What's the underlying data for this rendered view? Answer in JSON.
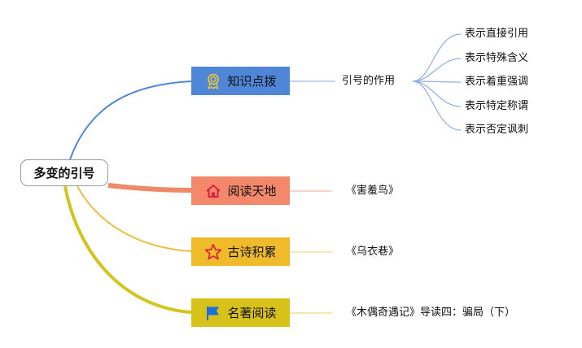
{
  "root": {
    "label": "多变的引号"
  },
  "branches": [
    {
      "label": "知识点拨",
      "icon": "award-badge-icon",
      "color": "#4f86d8",
      "child": "引号的作用",
      "subitems": [
        "表示直接引用",
        "表示特殊含义",
        "表示着重强调",
        "表示特定称谓",
        "表示否定讽刺"
      ]
    },
    {
      "label": "阅读天地",
      "icon": "house-icon",
      "color": "#f3896a",
      "child": "《害羞鸟》"
    },
    {
      "label": "古诗积累",
      "icon": "star-icon",
      "color": "#f0bb2b",
      "child": "《乌衣巷》"
    },
    {
      "label": "名著阅读",
      "icon": "flag-icon",
      "color": "#d7c21a",
      "child": "《木偶奇遇记》导读四：骗局（下）"
    }
  ]
}
